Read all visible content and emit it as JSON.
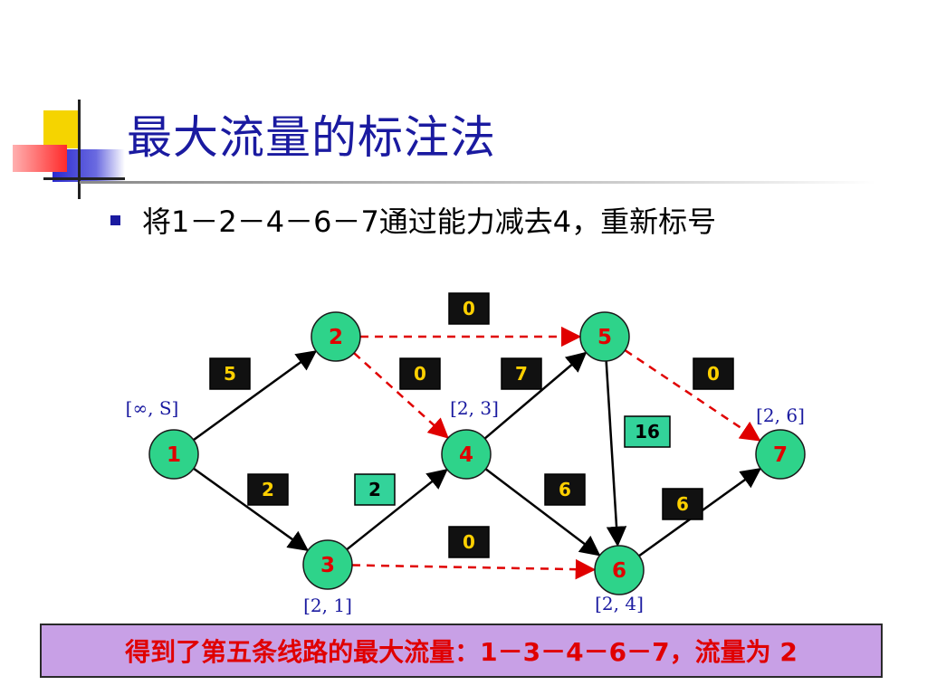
{
  "title": "最大流量的标注法",
  "bullet": "将1－2－4－6－7通过能力减去4，重新标号",
  "colors": {
    "title": "#1a1aa0",
    "node_fill": "#2ed38a",
    "node_text": "#e00000",
    "edge_flow": "#000000",
    "edge_dashed": "#e00000",
    "capacity_box": "#111111",
    "capacity_text": "#ffd000",
    "highlight_box": "#33d39a",
    "label_text": "#1a1aa0",
    "result_bg": "#c8a0e6",
    "result_text": "#e00000"
  },
  "nodes": [
    {
      "id": "1",
      "label": "1"
    },
    {
      "id": "2",
      "label": "2"
    },
    {
      "id": "3",
      "label": "3"
    },
    {
      "id": "4",
      "label": "4"
    },
    {
      "id": "5",
      "label": "5"
    },
    {
      "id": "6",
      "label": "6"
    },
    {
      "id": "7",
      "label": "7"
    }
  ],
  "edges": [
    {
      "from": "1",
      "to": "2",
      "style": "solid"
    },
    {
      "from": "1",
      "to": "3",
      "style": "solid"
    },
    {
      "from": "2",
      "to": "5",
      "style": "dashed"
    },
    {
      "from": "2",
      "to": "4",
      "style": "dashed"
    },
    {
      "from": "3",
      "to": "4",
      "style": "solid"
    },
    {
      "from": "3",
      "to": "6",
      "style": "dashed"
    },
    {
      "from": "4",
      "to": "5",
      "style": "solid"
    },
    {
      "from": "4",
      "to": "6",
      "style": "solid"
    },
    {
      "from": "5",
      "to": "6",
      "style": "solid"
    },
    {
      "from": "5",
      "to": "7",
      "style": "dashed"
    },
    {
      "from": "6",
      "to": "7",
      "style": "solid"
    }
  ],
  "capacities": [
    {
      "value": "0",
      "edge": "2-5",
      "style": "dark"
    },
    {
      "value": "5",
      "edge": "1-2",
      "style": "dark"
    },
    {
      "value": "0",
      "edge": "2-4",
      "style": "dark"
    },
    {
      "value": "7",
      "edge": "4-5",
      "style": "dark"
    },
    {
      "value": "0",
      "edge": "5-7",
      "style": "dark"
    },
    {
      "value": "16",
      "edge": "5-6",
      "style": "green"
    },
    {
      "value": "2",
      "edge": "1-3",
      "style": "dark"
    },
    {
      "value": "2",
      "edge": "3-4",
      "style": "green"
    },
    {
      "value": "6",
      "edge": "4-6",
      "style": "dark"
    },
    {
      "value": "6",
      "edge": "6-7",
      "style": "dark"
    },
    {
      "value": "0",
      "edge": "3-6",
      "style": "dark"
    }
  ],
  "labels": [
    {
      "node": "1",
      "text": "[∞, S]"
    },
    {
      "node": "4",
      "text": "[2, 3]"
    },
    {
      "node": "7",
      "text": "[2, 6]"
    },
    {
      "node": "3",
      "text": "[2, 1]"
    },
    {
      "node": "6",
      "text": "[2, 4]"
    }
  ],
  "result": "得到了第五条线路的最大流量：1－3－4－6－7，流量为 2"
}
